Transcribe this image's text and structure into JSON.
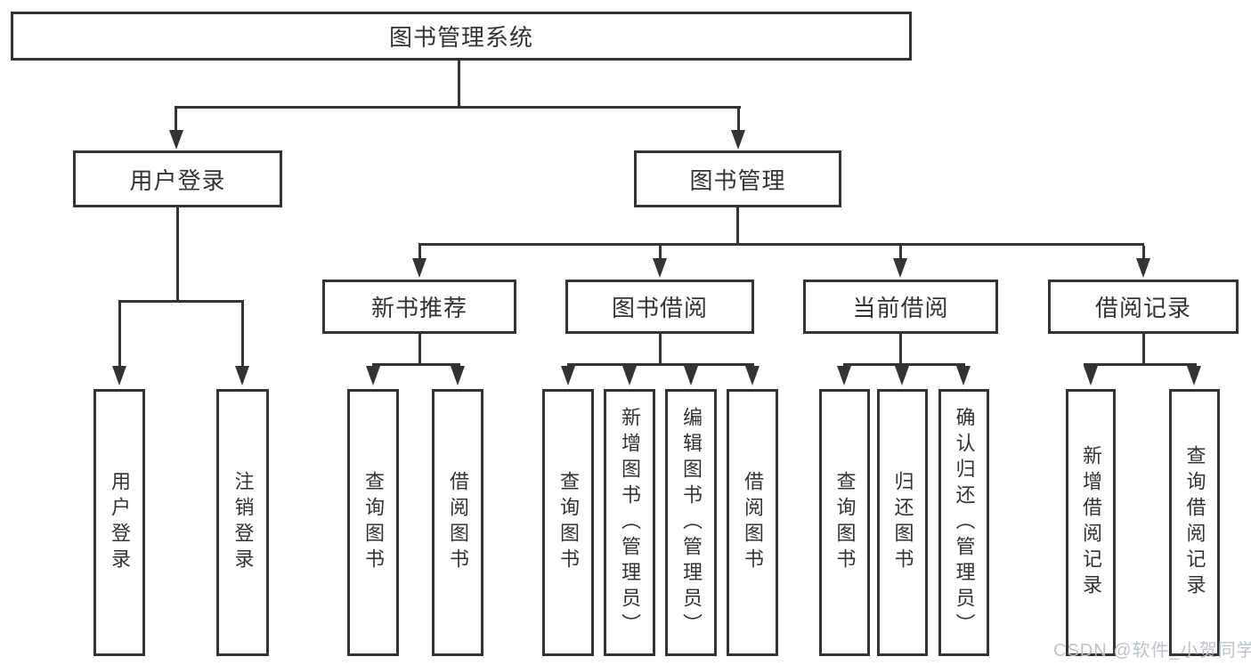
{
  "tree": {
    "root": {
      "label": "图书管理系统"
    },
    "level2": [
      {
        "label": "用户登录"
      },
      {
        "label": "图书管理"
      }
    ],
    "level3": [
      {
        "label": "新书推荐"
      },
      {
        "label": "图书借阅"
      },
      {
        "label": "当前借阅"
      },
      {
        "label": "借阅记录"
      }
    ],
    "leaves": {
      "user_login": [
        {
          "label": "用户登录"
        },
        {
          "label": "注销登录"
        }
      ],
      "new_books": [
        {
          "label": "查询图书"
        },
        {
          "label": "借阅图书"
        }
      ],
      "book_borrow": [
        {
          "label": "查询图书"
        },
        {
          "label": "新增图书（管理员）"
        },
        {
          "label": "编辑图书（管理员）"
        },
        {
          "label": "借阅图书"
        }
      ],
      "current_borrow": [
        {
          "label": "查询图书"
        },
        {
          "label": "归还图书"
        },
        {
          "label": "确认归还（管理员）"
        }
      ],
      "borrow_records": [
        {
          "label": "新增借阅记录"
        },
        {
          "label": "查询借阅记录"
        }
      ]
    }
  },
  "watermark": {
    "text": "CSDN @软件_小贺同学"
  },
  "colors": {
    "line": "#333333",
    "text": "#333333",
    "background": "#ffffff",
    "watermark": "#bac0c6"
  }
}
